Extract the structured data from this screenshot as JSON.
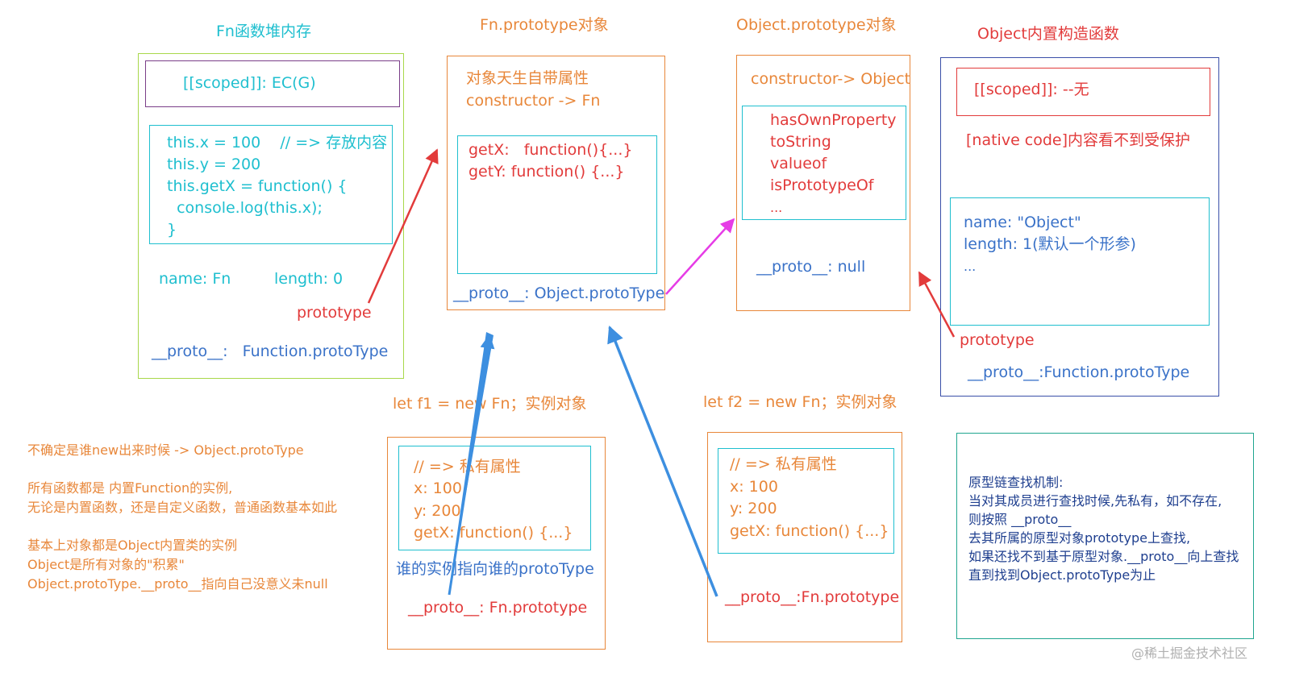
{
  "fn_heap": {
    "title": "Fn函数堆内存",
    "scoped": "[[scoped]]: EC(G)",
    "body_lines": [
      "this.x = 100    // => 存放内容",
      "this.y = 200",
      "this.getX = function() {",
      "  console.log(this.x);",
      "}"
    ],
    "name": "name: Fn",
    "length": "length: 0",
    "prototype_label": "prototype",
    "proto": "__proto__:   Function.protoType"
  },
  "fn_prototype": {
    "title": "Fn.prototype对象",
    "line1": "对象天生自带属性",
    "line2": "constructor -> Fn",
    "methods": [
      "getX:   function(){...}",
      "getY: function() {...}"
    ],
    "proto": "__proto__: Object.protoType"
  },
  "object_prototype": {
    "title": "Object.prototype对象",
    "constructor": "constructor-> Object",
    "methods": [
      "hasOwnProperty",
      "toString",
      "valueof",
      "isPrototypeOf",
      "..."
    ],
    "proto": "__proto__: null"
  },
  "object_ctor": {
    "title": "Object内置构造函数",
    "scoped": "[[scoped]]: --无",
    "native": "[native code]内容看不到受保护",
    "props": [
      "name: \"Object\"",
      "length: 1(默认一个形参)",
      "..."
    ],
    "prototype_label": "prototype",
    "proto": "__proto__:Function.protoType"
  },
  "f1": {
    "title": "let f1 = new Fn；实例对象",
    "props": [
      "// => 私有属性",
      "x: 100",
      "y: 200",
      "getX: function() {...}"
    ],
    "note": "谁的实例指向谁的protoType",
    "proto": "__proto__: Fn.prototype"
  },
  "f2": {
    "title": "let f2 = new Fn；实例对象",
    "props": [
      "// => 私有属性",
      "x: 100",
      "y: 200",
      "getX: function() {...}"
    ],
    "proto": "__proto__:Fn.prototype"
  },
  "left_notes": [
    "不确定是谁new出来时候 -> Object.protoType",
    "",
    "所有函数都是 内置Function的实例,",
    "无论是内置函数，还是自定义函数，普通函数基本如此",
    "",
    "基本上对象都是Object内置类的实例",
    "Object是所有对象的\"积累\"",
    "Object.protoType.__proto__指向自己没意义未null"
  ],
  "chain_notes": [
    "原型链查找机制:",
    "当对其成员进行查找时候,先私有，如不存在,",
    "则按照 __proto__",
    "去其所属的原型对象prototype上查找,",
    "如果还找不到基于原型对象.__proto__向上查找",
    "直到找到Object.protoType为止"
  ],
  "watermark": "@稀土掘金技术社区",
  "colors": {
    "cyan": "#1fbfcf",
    "orange": "#e8873a",
    "red": "#e23b3b",
    "blue": "#3a72c8",
    "magenta": "#e63ce6",
    "arrow_blue": "#3d8fe0",
    "lime_border": "#a8d84a",
    "purple_border": "#7a3e88",
    "navy_border": "#3a4fa8",
    "teal_border": "#1fa58f"
  }
}
